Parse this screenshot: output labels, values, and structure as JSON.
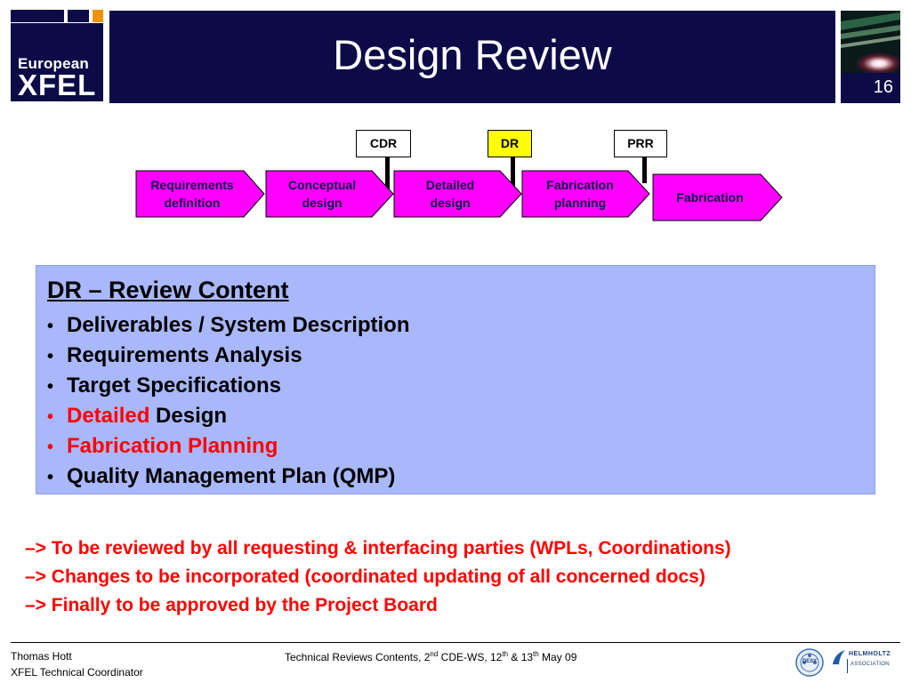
{
  "header": {
    "logo_line1": "European",
    "logo_line2": "XFEL",
    "title": "Design Review",
    "slide_number": "16"
  },
  "process": {
    "reviews": [
      {
        "label": "CDR",
        "highlight": false
      },
      {
        "label": "DR",
        "highlight": true,
        "color": "#ffff00"
      },
      {
        "label": "PRR",
        "highlight": false
      }
    ],
    "stages": [
      {
        "line1": "Requirements",
        "line2": "definition"
      },
      {
        "line1": "Conceptual",
        "line2": "design"
      },
      {
        "line1": "Detailed",
        "line2": "design"
      },
      {
        "line1": "Fabrication",
        "line2": "planning"
      },
      {
        "line1": "Fabrication",
        "line2": ""
      }
    ],
    "stage_color": "#ff00ff"
  },
  "content": {
    "heading": "DR – Review Content",
    "bullets": [
      {
        "text": "Deliverables / System Description"
      },
      {
        "text": "Requirements Analysis"
      },
      {
        "text": "Target Specifications"
      },
      {
        "red_part": "Detailed",
        "black_part": " Design"
      },
      {
        "text": "Fabrication Planning",
        "red": true
      },
      {
        "text": "Quality Management Plan (QMP)"
      }
    ],
    "bullet_char": "•",
    "box_color": "#a9b7fb"
  },
  "notes": [
    "–> To be reviewed by all requesting & interfacing parties (WPLs, Coordinations)",
    "–> Changes to be incorporated (coordinated updating of all concerned docs)",
    "–> Finally to be approved by the Project Board"
  ],
  "footer": {
    "author": "Thomas Hott",
    "role": "XFEL Technical Coordinator",
    "center_a": "Technical Reviews Contents, 2",
    "center_sup1": "nd",
    "center_b": " CDE-WS, 12",
    "center_sup2": "th",
    "center_c": " & 13",
    "center_sup3": "th",
    "center_d": " May 09",
    "logo1": "DESY",
    "logo2_line1": "HELMHOLTZ",
    "logo2_line2": "ASSOCIATION"
  },
  "colors": {
    "navy": "#0c0b47",
    "accent_orange": "#f39200",
    "red": "#ff0000"
  }
}
